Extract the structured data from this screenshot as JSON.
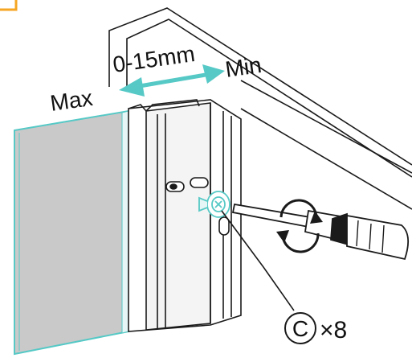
{
  "labels": {
    "range": "0-15mm",
    "max": "Max",
    "min": "Min",
    "part_letter": "C",
    "quantity": "×8"
  },
  "colors": {
    "accent": "#f5a623",
    "glass_edge": "#56c9c6",
    "glass_fill": "#c9c9c9",
    "arrow": "#56c9c6",
    "line": "#1a1a1a",
    "profile_fill": "#ffffff"
  },
  "icons": {
    "rotation": "rotate-arrows-icon",
    "tool": "screwdriver-icon",
    "fastener": "screw-icon"
  }
}
